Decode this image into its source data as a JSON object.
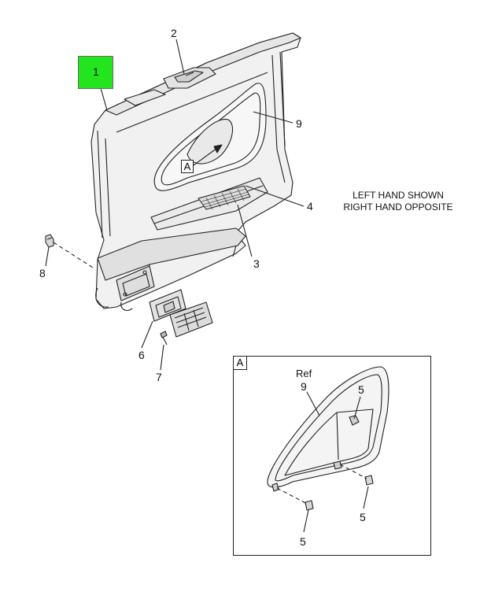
{
  "callouts": {
    "c1": "1",
    "c2": "2",
    "c3": "3",
    "c4": "4",
    "c5a": "5",
    "c5b": "5",
    "c5c": "5",
    "c6": "6",
    "c7": "7",
    "c8": "8",
    "c9": "9",
    "c9ref": "9"
  },
  "view_marker": "A",
  "detail_view_label": "A",
  "ref_label": "Ref",
  "note_line1": "LEFT HAND SHOWN",
  "note_line2": "RIGHT HAND OPPOSITE",
  "colors": {
    "highlight": "#22e51e",
    "line": "#222222",
    "panel_fill": "#f2f2f2",
    "panel_shade": "#d9d9d9"
  }
}
